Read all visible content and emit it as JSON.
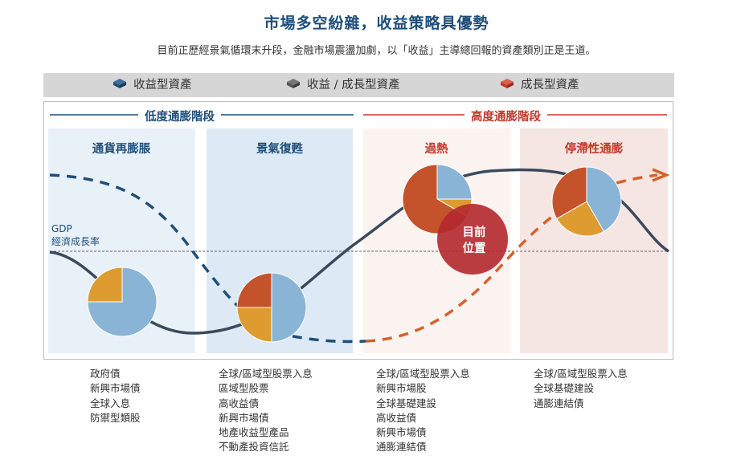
{
  "header": {
    "title": "市場多空紛雜，收益策略具優勢",
    "subtitle": "目前正歷經景氣循環末升段，金融市場震盪加劇，以「收益」主導總回報的資產類別正是王道。"
  },
  "legend": [
    {
      "label": "收益型資產",
      "icon": "cube-icon",
      "color": "#1f4e79"
    },
    {
      "label": "收益 / 成長型資產",
      "icon": "cube-icon",
      "color": "#555555"
    },
    {
      "label": "成長型資產",
      "icon": "cube-icon",
      "color": "#c0392b"
    }
  ],
  "stages": [
    {
      "label": "低度通膨階段",
      "color": "#1f4e79"
    },
    {
      "label": "高度通膨階段",
      "color": "#c0392b"
    }
  ],
  "phases": [
    {
      "label": "通貨再膨脹",
      "color": "#1f4e79",
      "bg": "#e9f1f8"
    },
    {
      "label": "景氣復甦",
      "color": "#1f4e79",
      "bg": "#dde9f4"
    },
    {
      "label": "過熱",
      "color": "#c0392b",
      "bg": "#fbf3ef"
    },
    {
      "label": "停滯性通膨",
      "color": "#c0392b",
      "bg": "#f6e6e3"
    }
  ],
  "gdp_label": [
    "GDP",
    "經濟成長率"
  ],
  "current_position": [
    "目前",
    "位置"
  ],
  "pie_colors": {
    "income": "#8ab4d6",
    "income_growth": "#dd9b30",
    "growth": "#c4522b"
  },
  "pies": [
    {
      "phase": "通貨再膨脹",
      "income": 0.75,
      "income_growth": 0.25,
      "growth": 0
    },
    {
      "phase": "景氣復甦",
      "income": 0.5,
      "income_growth": 0.25,
      "growth": 0.25
    },
    {
      "phase": "過熱",
      "income": 0.25,
      "income_growth": 0.083,
      "growth": 0.667
    },
    {
      "phase": "停滯性通膨",
      "income": 0.417,
      "income_growth": 0.25,
      "growth": 0.333
    }
  ],
  "asset_lists": [
    [
      "政府債",
      "新興市場債",
      "全球入息",
      "防禦型類股"
    ],
    [
      "全球/區域型股票入息",
      "區域型股票",
      "高收益債",
      "新興市場債",
      "地產收益型產品",
      "不動產投資信託"
    ],
    [
      "全球/區域型股票入息",
      "新興市場股",
      "全球基礎建設",
      "高收益債",
      "新興市場債",
      "通膨連結債"
    ],
    [
      "全球/區域型股票入息",
      "全球基礎建設",
      "通膨連結債"
    ]
  ]
}
